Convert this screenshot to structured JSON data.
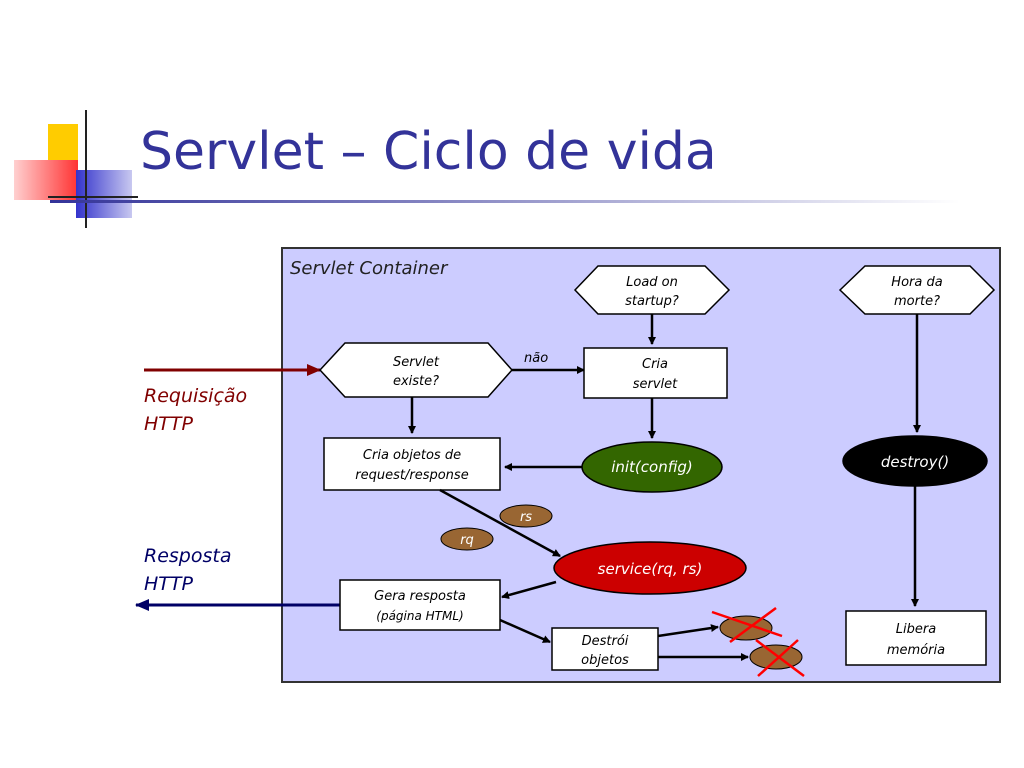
{
  "slide": {
    "title": "Servlet – Ciclo de vida"
  },
  "diagram": {
    "container_label": "Servlet Container",
    "request_label": [
      "Requisição",
      "HTTP"
    ],
    "response_label": [
      "Resposta",
      "HTTP"
    ],
    "decision_servlet_exists": [
      "Servlet",
      "existe?"
    ],
    "edge_no": "não",
    "decision_load_on_startup": [
      "Load on",
      "startup?"
    ],
    "box_create_servlet": [
      "Cria",
      "servlet"
    ],
    "oval_init": "init(config)",
    "box_create_objects": [
      "Cria objetos de",
      "request/response"
    ],
    "token_rs": "rs",
    "token_rq": "rq",
    "oval_service": "service(rq, rs)",
    "box_generate_response": [
      "Gera resposta",
      "(página HTML)"
    ],
    "box_destroy_objects": [
      "Destrói",
      "objetos"
    ],
    "decision_death_time": [
      "Hora da",
      "morte?"
    ],
    "oval_destroy": "destroy()",
    "box_free_memory": [
      "Libera",
      "memória"
    ]
  },
  "colors": {
    "title": "#333399",
    "container_fill": "#ccccff",
    "request_arrow": "#800000",
    "response_arrow": "#000066",
    "init_fill": "#336600",
    "service_fill": "#cc0000",
    "destroy_fill": "#000000",
    "token_fill": "#996633",
    "cross": "#ff0000"
  }
}
